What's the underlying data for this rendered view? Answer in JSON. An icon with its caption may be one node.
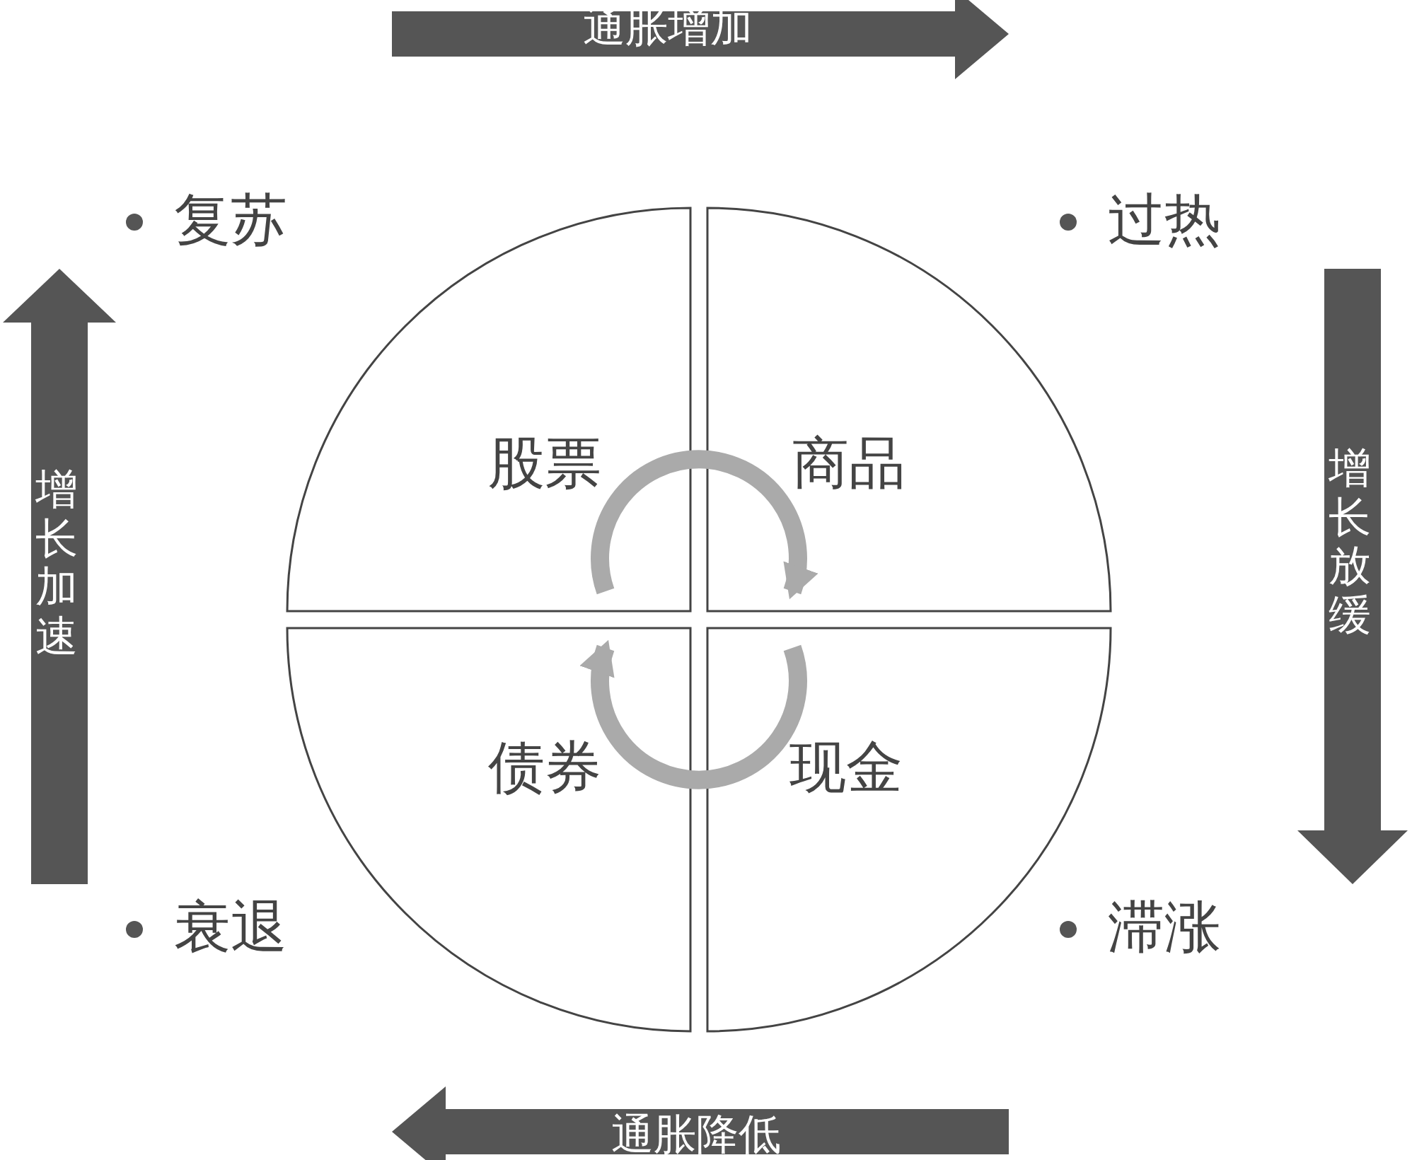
{
  "diagram": {
    "nodes": [
      {
        "text": [
          "通胀增加"
        ]
      },
      {
        "text": [
          "增长加速"
        ]
      },
      {
        "text": [
          "股票"
        ]
      },
      {
        "text": [
          "商品"
        ]
      },
      {
        "text": [
          "增长放缓"
        ]
      },
      {
        "text": [
          "债券"
        ]
      },
      {
        "text": [
          "现金"
        ]
      },
      {
        "text": [
          "通胀降低"
        ]
      }
    ],
    "edges": [
      {
        "from": 2,
        "to": 3,
        "arrow": "to"
      },
      {
        "from": 6,
        "to": 5,
        "arrow": "to"
      }
    ],
    "labels": [
      "复苏",
      "过热",
      "衰退",
      "滞涨"
    ]
  }
}
